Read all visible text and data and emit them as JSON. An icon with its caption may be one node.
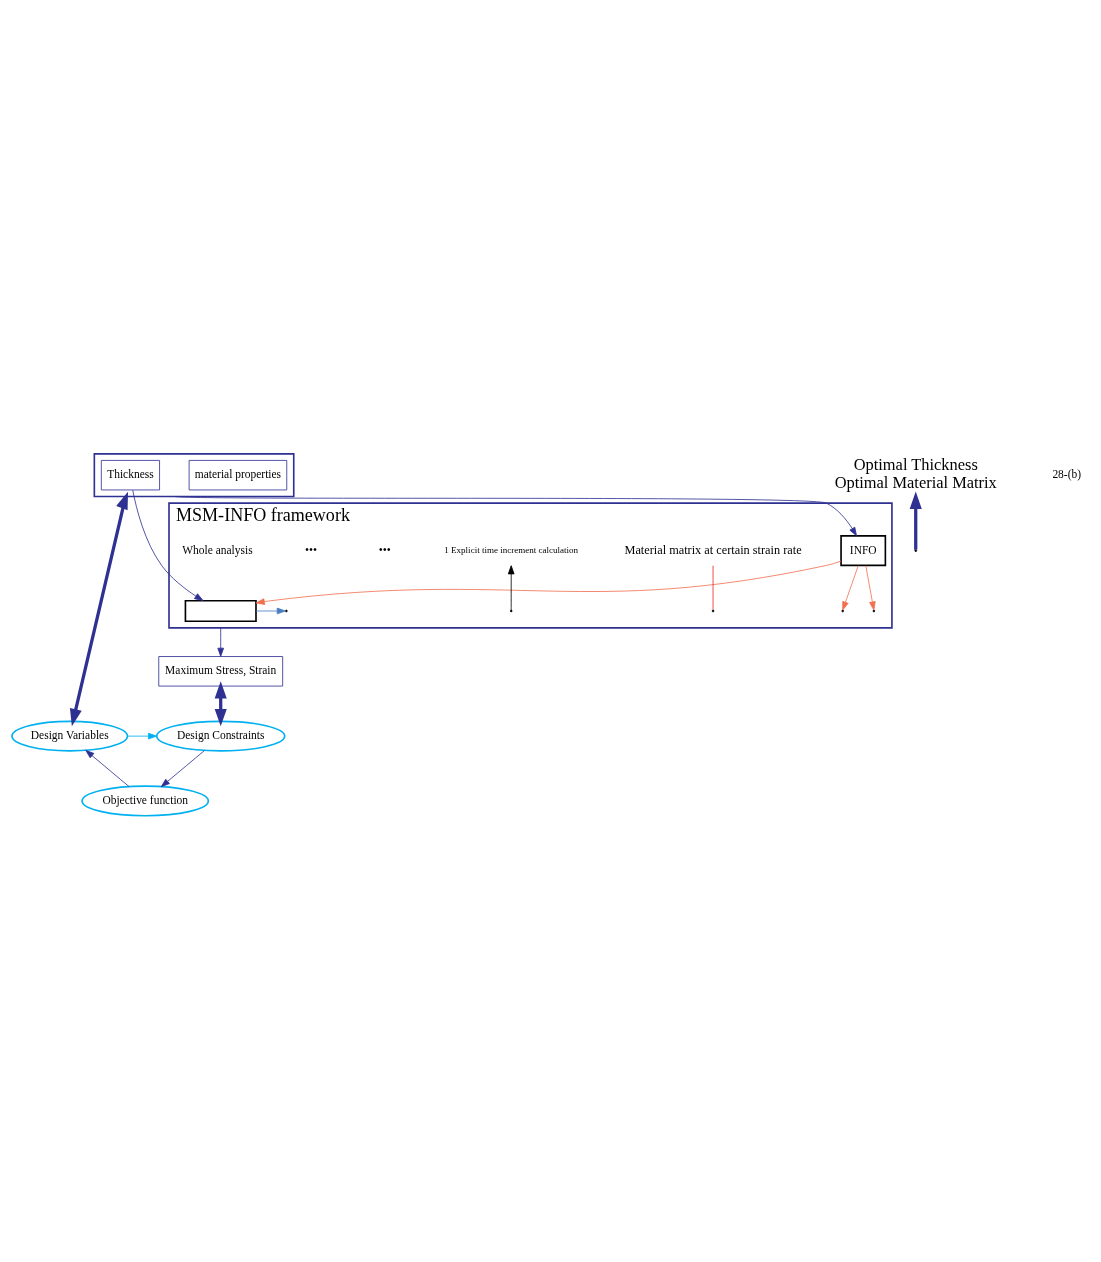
{
  "diagram": {
    "nodes": [
      {
        "text": [],
        "shape": "box"
      },
      {
        "text": [
          "material properties"
        ],
        "in": 0
      },
      {
        "text": [
          "Thickness"
        ],
        "in": 0
      },
      {
        "text": [
          "MSM-INFO framework"
        ]
      },
      {
        "text": [
          "INFO"
        ],
        "in": 3
      },
      {
        "text": [],
        "shape": "box",
        "in": 3
      },
      {
        "text": [
          "Material matrix at certain strain rate"
        ],
        "in": 3
      },
      {
        "text": [
          "1 Explicit time increment calculation"
        ],
        "in": 3
      },
      {
        "text": [
          "Maximum Stress, Strain"
        ]
      },
      {
        "text": [
          "Design Variables"
        ]
      },
      {
        "text": [
          "Design Constraints"
        ]
      },
      {
        "text": [
          "Objective function"
        ]
      },
      {
        "text": [
          "Optimal Thickness",
          "Optimal Material Matrix"
        ]
      }
    ],
    "edges": [
      {
        "from": 0,
        "to": 4,
        "arrow": "to"
      },
      {
        "from": 2,
        "to": 5,
        "arrow": "to"
      },
      {
        "from": 4,
        "to": 5,
        "arrow": "to",
        "color": "#f07050"
      },
      {
        "from": 4,
        "to": null,
        "arrow": "to",
        "color": "#f07050"
      },
      {
        "from": 4,
        "to": null,
        "arrow": "to",
        "color": "#f07050"
      },
      {
        "from": 6,
        "to": null,
        "arrow": "none",
        "color": "#ee2222"
      },
      {
        "from": 5,
        "to": null,
        "arrow": "to",
        "color": "#4a7cc0"
      },
      {
        "from": null,
        "to": 7,
        "arrow": "to",
        "color": "#000000"
      },
      {
        "from": 3,
        "to": 8,
        "arrow": "to"
      },
      {
        "from": 0,
        "to": 9,
        "arrow": "both",
        "style": "thick"
      },
      {
        "from": 8,
        "to": 10,
        "arrow": "both",
        "style": "thick"
      },
      {
        "from": 9,
        "to": 10,
        "arrow": "to",
        "color": "#00b0f0"
      },
      {
        "from": 10,
        "to": 11,
        "arrow": "to"
      },
      {
        "from": 11,
        "to": 9,
        "arrow": "to"
      },
      {
        "from": null,
        "to": 12,
        "arrow": "to",
        "style": "thick"
      }
    ],
    "labels": [
      "•••",
      "•••",
      "Whole analysis",
      "28-(b)"
    ]
  }
}
